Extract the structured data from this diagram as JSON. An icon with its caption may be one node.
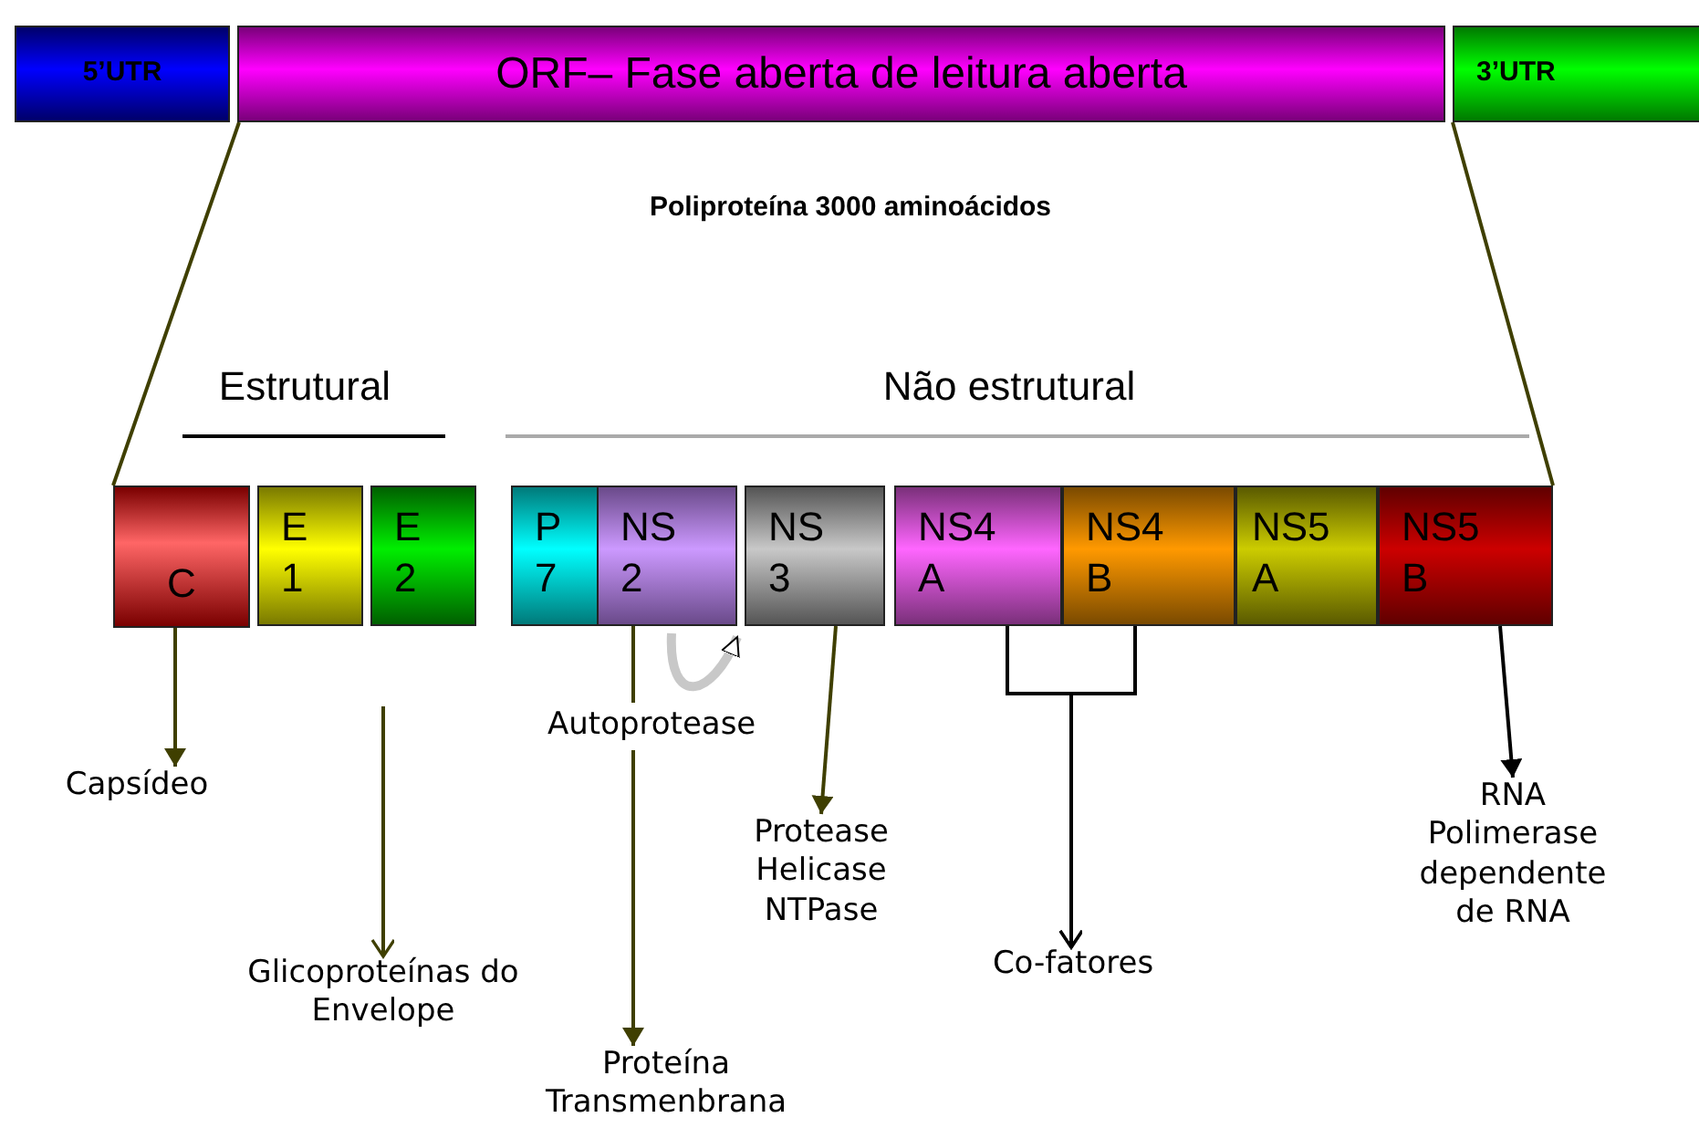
{
  "diagram": {
    "nodes": [
      {
        "text": [
          "5’UTR"
        ]
      },
      {
        "text": [
          "ORF– Fase aberta de leitura aberta"
        ]
      },
      {
        "text": [
          "3’UTR"
        ]
      },
      {
        "text": [
          "C"
        ]
      },
      {
        "text": [
          "E 1"
        ]
      },
      {
        "text": [
          "E 2"
        ]
      },
      {
        "text": [
          "P 7"
        ]
      },
      {
        "text": [
          "NS 2"
        ]
      },
      {
        "text": [
          "NS 3"
        ]
      },
      {
        "text": [
          "NS4 A"
        ]
      },
      {
        "text": [
          "NS4 B"
        ]
      },
      {
        "text": [
          "NS5 A"
        ]
      },
      {
        "text": [
          "NS5 B"
        ]
      },
      {
        "text": [
          "Capsídeo"
        ]
      },
      {
        "text": [
          "Glicoproteínas do Envelope"
        ]
      },
      {
        "text": [
          "Proteína Transmenbrana"
        ]
      },
      {
        "text": [
          "Protease Helicase NTPase"
        ]
      },
      {
        "text": [
          "Co-fatores"
        ]
      },
      {
        "text": [
          "RNA Polimerase dependente de RNA"
        ]
      }
    ],
    "edges": [
      {
        "from": 1,
        "to": 3,
        "arrow": "none"
      },
      {
        "from": 1,
        "to": 12,
        "arrow": "none"
      },
      {
        "from": 3,
        "to": 13,
        "arrow": "to"
      },
      {
        "from": null,
        "to": 14,
        "arrow": "to"
      },
      {
        "from": 7,
        "to": 15,
        "arrow": "to"
      },
      {
        "from": 7,
        "to": 8,
        "arrow": "to",
        "label": "Autoprotease",
        "style": "thick",
        "color": "#c8c8c8"
      },
      {
        "from": 8,
        "to": 16,
        "arrow": "to"
      },
      {
        "from": 9,
        "to": 17,
        "arrow": "to",
        "color": "#000000"
      },
      {
        "from": 10,
        "to": 17,
        "arrow": "to",
        "color": "#000000"
      },
      {
        "from": 12,
        "to": 18,
        "arrow": "to",
        "color": "#000000"
      }
    ],
    "labels": [
      "Poliproteína 3000 aminoácidos",
      "Estrutural",
      "Não estrutural"
    ]
  }
}
